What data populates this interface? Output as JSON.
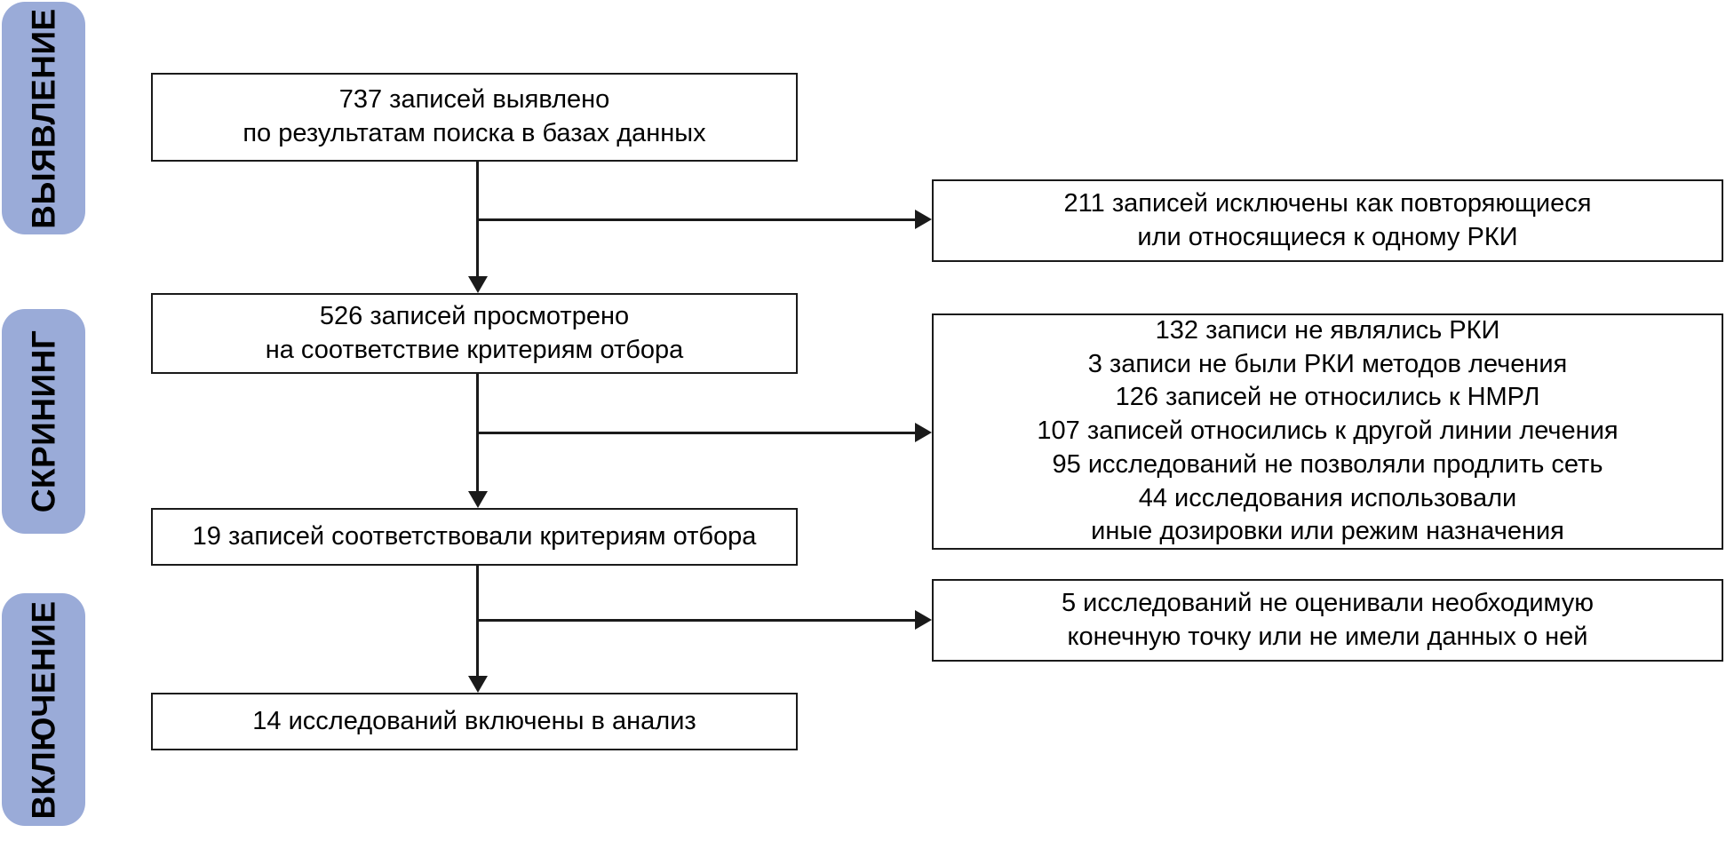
{
  "diagram": {
    "title": "PRISMA flow diagram",
    "language": "ru",
    "colors": {
      "stage_label_background": "#9aabd8",
      "box_border": "#1a1a1a",
      "box_background": "#ffffff",
      "connector": "#1a1a1a",
      "text": "#000000",
      "page_background": "#ffffff"
    }
  },
  "stages": [
    {
      "id": "identification",
      "label": "ВЫЯВЛЕНИЕ"
    },
    {
      "id": "screening",
      "label": "СКРИНИНГ"
    },
    {
      "id": "inclusion",
      "label": "ВКЛЮЧЕНИЕ"
    }
  ],
  "flow": {
    "identified": {
      "count": 737,
      "text": "737 записей выявлено\nпо результатам поиска в базах данных"
    },
    "duplicates_excluded": {
      "count": 211,
      "text": "211 записей исключены как повторяющиеся\nили относящиеся к одному РКИ"
    },
    "screened": {
      "count": 526,
      "text": "526 записей просмотрено\nна соответствие критериям отбора"
    },
    "screening_excluded": {
      "text": "132 записи не являлись РКИ\n3 записи не были РКИ методов лечения\n126 записей не относились к НМРЛ\n107 записей относились к другой линии лечения\n95 исследований не позволяли продлить сеть\n44 исследования использовали\nиные дозировки или режим назначения",
      "reasons": [
        {
          "count": 132,
          "text": "132 записи не являлись РКИ"
        },
        {
          "count": 3,
          "text": "3 записи не были РКИ методов лечения"
        },
        {
          "count": 126,
          "text": "126 записей не относились к НМРЛ"
        },
        {
          "count": 107,
          "text": "107 записей относились к другой линии лечения"
        },
        {
          "count": 95,
          "text": "95 исследований не позволяли продлить сеть"
        },
        {
          "count": 44,
          "text": "44 исследования использовали иные дозировки или режим назначения"
        }
      ]
    },
    "eligible": {
      "count": 19,
      "text": "19 записей соответствовали критериям отбора"
    },
    "eligibility_excluded": {
      "count": 5,
      "text": "5 исследований не оценивали необходимую\nконечную точку или не имели данных о ней"
    },
    "included": {
      "count": 14,
      "text": "14 исследований включены в анализ"
    }
  }
}
